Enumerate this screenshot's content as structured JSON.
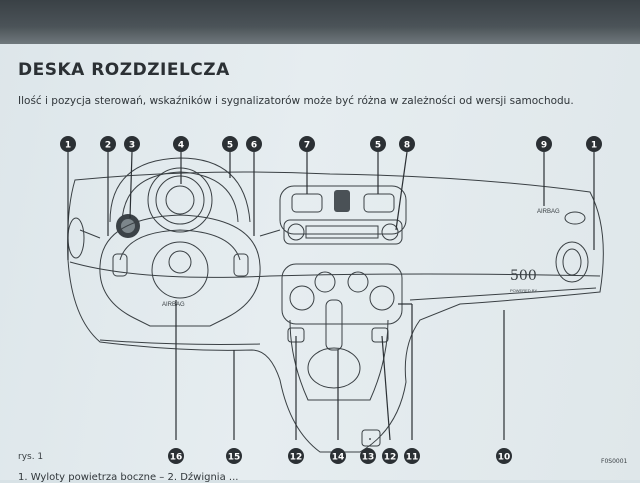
{
  "page": {
    "title": "DESKA ROZDZIELCZA",
    "intro": "Ilość i pozycja sterowań, wskaźników i sygnalizatorów może być różna w zależności od wersji samochodu.",
    "figure_caption": "rys. 1",
    "figure_code": "F0S0001",
    "footer_text": "1. Wyloty powietrza boczne – 2. Dźwignia ..."
  },
  "dashboard": {
    "airbag_label": "AIRBAG",
    "airbag_side_label": "AIRBAG",
    "badge_text": "500",
    "badge_subtext": "POWERED BY"
  },
  "callouts": [
    {
      "id": "1",
      "label": "1"
    },
    {
      "id": "2",
      "label": "2"
    },
    {
      "id": "3",
      "label": "3"
    },
    {
      "id": "4",
      "label": "4"
    },
    {
      "id": "5",
      "label": "5"
    },
    {
      "id": "6",
      "label": "6"
    },
    {
      "id": "7",
      "label": "7"
    },
    {
      "id": "5b",
      "label": "5"
    },
    {
      "id": "8",
      "label": "8"
    },
    {
      "id": "9",
      "label": "9"
    },
    {
      "id": "1b",
      "label": "1"
    },
    {
      "id": "16",
      "label": "16"
    },
    {
      "id": "15",
      "label": "15"
    },
    {
      "id": "12",
      "label": "12"
    },
    {
      "id": "14",
      "label": "14"
    },
    {
      "id": "13",
      "label": "13"
    },
    {
      "id": "12b",
      "label": "12"
    },
    {
      "id": "11",
      "label": "11"
    },
    {
      "id": "10",
      "label": "10"
    }
  ]
}
